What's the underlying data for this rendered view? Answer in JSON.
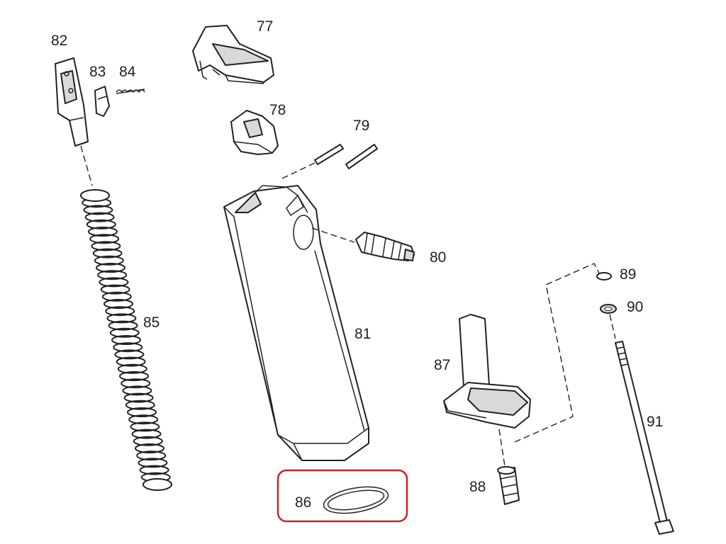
{
  "diagram": {
    "parts": [
      {
        "id": "77",
        "label": "77"
      },
      {
        "id": "78",
        "label": "78"
      },
      {
        "id": "79",
        "label": "79"
      },
      {
        "id": "80",
        "label": "80"
      },
      {
        "id": "81",
        "label": "81"
      },
      {
        "id": "82",
        "label": "82"
      },
      {
        "id": "83",
        "label": "83"
      },
      {
        "id": "84",
        "label": "84"
      },
      {
        "id": "85",
        "label": "85"
      },
      {
        "id": "86",
        "label": "86"
      },
      {
        "id": "87",
        "label": "87"
      },
      {
        "id": "88",
        "label": "88"
      },
      {
        "id": "89",
        "label": "89"
      },
      {
        "id": "90",
        "label": "90"
      },
      {
        "id": "91",
        "label": "91"
      }
    ],
    "highlight": {
      "part": "86",
      "color": "#c8242a"
    }
  }
}
